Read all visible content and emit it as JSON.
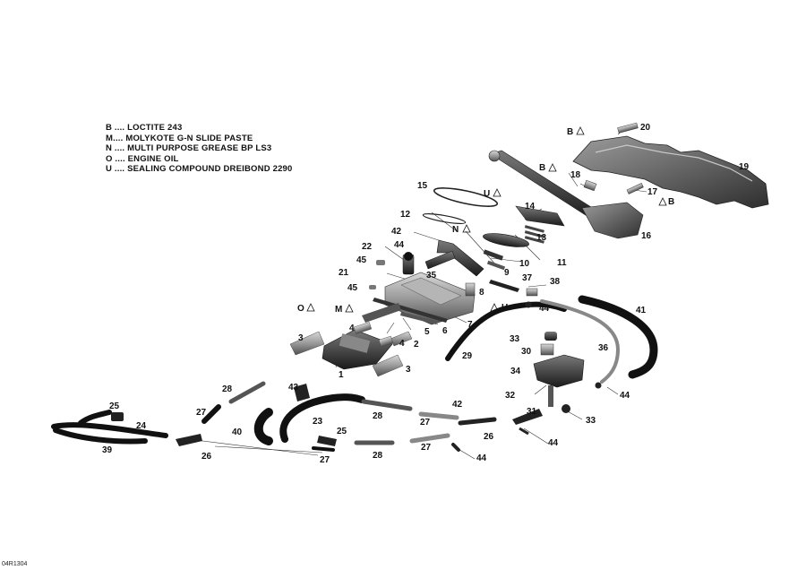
{
  "legend": [
    {
      "code": "B ....",
      "text": "LOCTITE 243"
    },
    {
      "code": "M....",
      "text": "MOLYKOTE G-N SLIDE PASTE"
    },
    {
      "code": "N ....",
      "text": "MULTI PURPOSE GREASE BP LS3"
    },
    {
      "code": "O ....",
      "text": "ENGINE OIL"
    },
    {
      "code": "U ....",
      "text": "SEALING COMPOUND DREIBOND 2290"
    }
  ],
  "doc_id": "04R1304",
  "callouts": {
    "c1": "1",
    "c2": "2",
    "c3a": "3",
    "c3b": "3",
    "c4a": "4",
    "c4b": "4",
    "c5": "5",
    "c6": "6",
    "c7": "7",
    "c8": "8",
    "c9": "9",
    "c10": "10",
    "c11": "11",
    "c12": "12",
    "c13": "13",
    "c14": "14",
    "c15": "15",
    "c16": "16",
    "c17": "17",
    "c18": "18",
    "c19": "19",
    "c20": "20",
    "c21": "21",
    "c22": "22",
    "c23": "23",
    "c24": "24",
    "c25a": "25",
    "c25b": "25",
    "c26a": "26",
    "c26b": "26",
    "c27a": "27",
    "c27b": "27",
    "c27c": "27",
    "c27d": "27",
    "c28a": "28",
    "c28b": "28",
    "c28c": "28",
    "c29": "29",
    "c30": "30",
    "c31": "31",
    "c32": "32",
    "c33a": "33",
    "c33b": "33",
    "c34": "34",
    "c35": "35",
    "c36": "36",
    "c37": "37",
    "c38": "38",
    "c39": "39",
    "c40": "40",
    "c41": "41",
    "c42a": "42",
    "c42b": "42",
    "c43": "43",
    "c44a": "44",
    "c44b": "44",
    "c44c": "44",
    "c44d": "44",
    "c44e": "44",
    "c45a": "45",
    "c45b": "45"
  },
  "markers": {
    "mB1": "B",
    "mB2": "B",
    "mB3": "B",
    "mU1": "U",
    "mU2": "U",
    "mN": "N",
    "mO": "O",
    "mM": "M"
  }
}
